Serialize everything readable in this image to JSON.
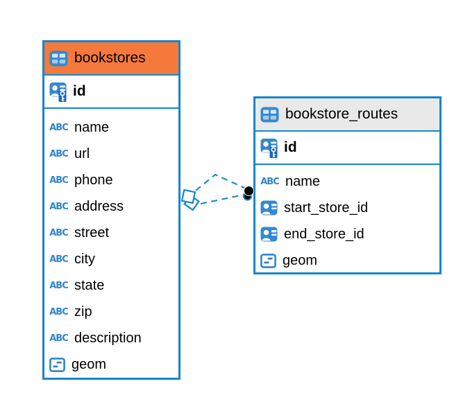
{
  "icons": {
    "abc_label": "ABC"
  },
  "colors": {
    "border_blue": "#1586CB",
    "icon_blue": "#3489CF",
    "header_orange": "#F6793C",
    "header_gray": "#E9E9E9",
    "text": "#000000",
    "background": "#FFFFFF"
  },
  "tables": [
    {
      "name": "bookstores",
      "header_style": "orange",
      "primary_key": {
        "name": "id"
      },
      "columns": [
        {
          "name": "name",
          "type": "text"
        },
        {
          "name": "url",
          "type": "text"
        },
        {
          "name": "phone",
          "type": "text"
        },
        {
          "name": "address",
          "type": "text"
        },
        {
          "name": "street",
          "type": "text"
        },
        {
          "name": "city",
          "type": "text"
        },
        {
          "name": "state",
          "type": "text"
        },
        {
          "name": "zip",
          "type": "text"
        },
        {
          "name": "description",
          "type": "text"
        },
        {
          "name": "geom",
          "type": "geometry"
        }
      ]
    },
    {
      "name": "bookstore_routes",
      "header_style": "gray",
      "primary_key": {
        "name": "id"
      },
      "columns": [
        {
          "name": "name",
          "type": "text"
        },
        {
          "name": "start_store_id",
          "type": "foreign-key"
        },
        {
          "name": "end_store_id",
          "type": "foreign-key"
        },
        {
          "name": "geom",
          "type": "geometry"
        }
      ]
    }
  ],
  "relationships": {
    "count": 2,
    "style": "dashed",
    "line_color": "#1586CB",
    "left_end_marker": "overlapping-squares",
    "right_end_marker": "filled-black-dots"
  }
}
